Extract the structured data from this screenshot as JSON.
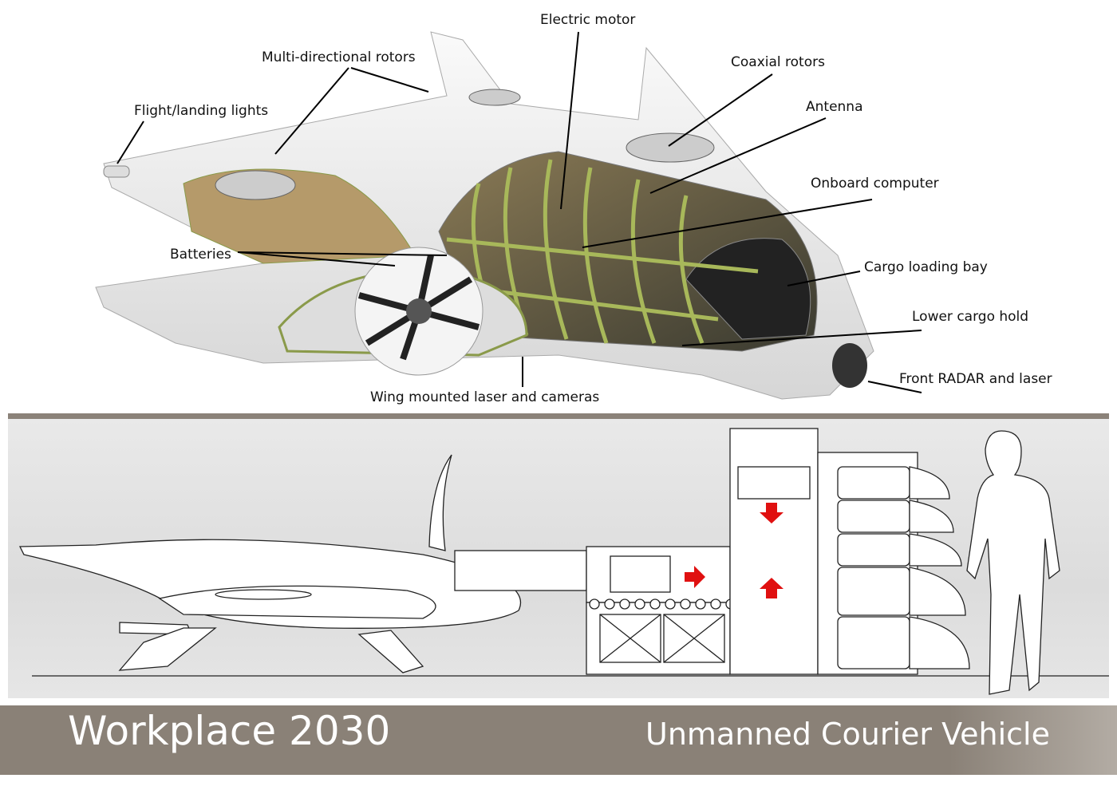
{
  "labels": {
    "electric_motor": "Electric motor",
    "multi_rotors": "Multi-directional rotors",
    "flight_lights": "Flight/landing lights",
    "coaxial_rotors": "Coaxial rotors",
    "antenna": "Antenna",
    "onboard_computer": "Onboard computer",
    "batteries": "Batteries",
    "cargo_bay": "Cargo loading bay",
    "lower_cargo": "Lower cargo hold",
    "front_radar": "Front RADAR and laser",
    "wing_laser": "Wing mounted laser and cameras"
  },
  "banner": {
    "title": "Workplace 2030",
    "subtitle": "Unmanned Courier Vehicle"
  },
  "colors": {
    "banner": "#8a8177",
    "frame_green": "#9aac52",
    "arrow_red": "#e01010"
  }
}
